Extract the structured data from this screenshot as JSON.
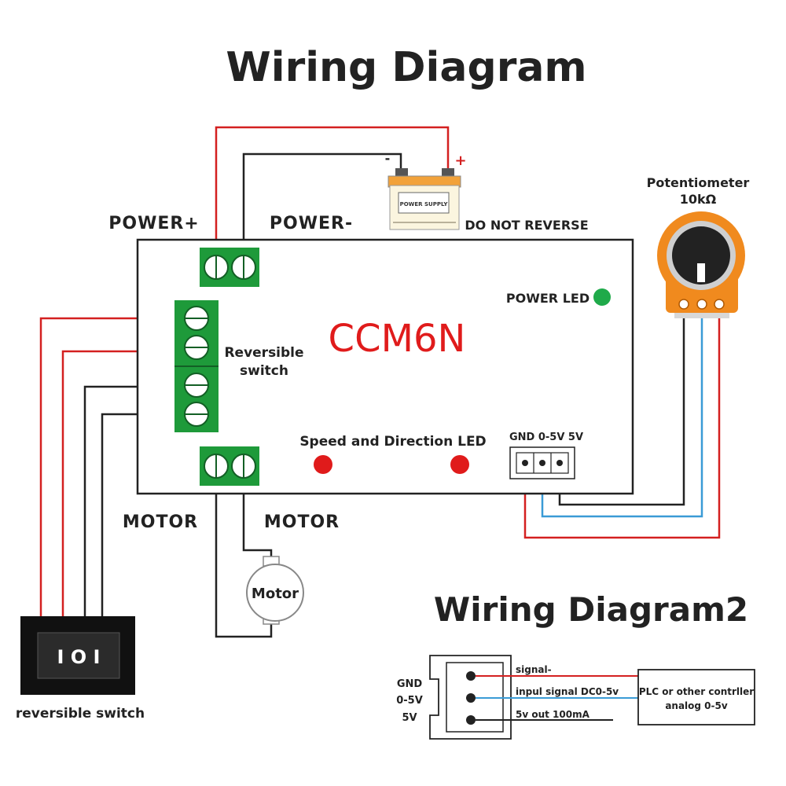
{
  "titles": {
    "main": "Wiring Diagram",
    "second": "Wiring Diagram2"
  },
  "controller": {
    "name": "CCM6N",
    "power_led_label": "POWER  LED",
    "speed_led_label": "Speed and Direction LED",
    "reversible_label_line1": "Reversible",
    "reversible_label_line2": "switch",
    "signal_pins_label": "GND 0-5V 5V"
  },
  "power": {
    "plus_label": "POWER+",
    "minus_label": "POWER-",
    "supply_label": "POWER SUPPLY",
    "warning": "DO NOT REVERSE",
    "minus_sign": "-",
    "plus_sign": "+"
  },
  "motor": {
    "left_label": "MOTOR",
    "right_label": "MOTOR",
    "body_label": "Motor"
  },
  "potentiometer": {
    "label_line1": "Potentiometer",
    "label_line2": "10kΩ"
  },
  "switch": {
    "face_text": "I O I",
    "caption": "reversible switch"
  },
  "diagram2": {
    "pin_labels": [
      "GND",
      "0-5V",
      "5V"
    ],
    "wire_labels": [
      "signal-",
      "inpul signal DC0-5v",
      "5v out 100mA"
    ],
    "controller_line1": "PLC or other contrller",
    "controller_line2": "analog 0-5v"
  },
  "colors": {
    "terminal_green": "#1e9a3a",
    "wire_red": "#d42020",
    "wire_blue": "#3a9bd6",
    "wire_black": "#222222",
    "led_red": "#e01b1b",
    "led_green": "#1faa4a",
    "pot_orange": "#f08a1e"
  }
}
